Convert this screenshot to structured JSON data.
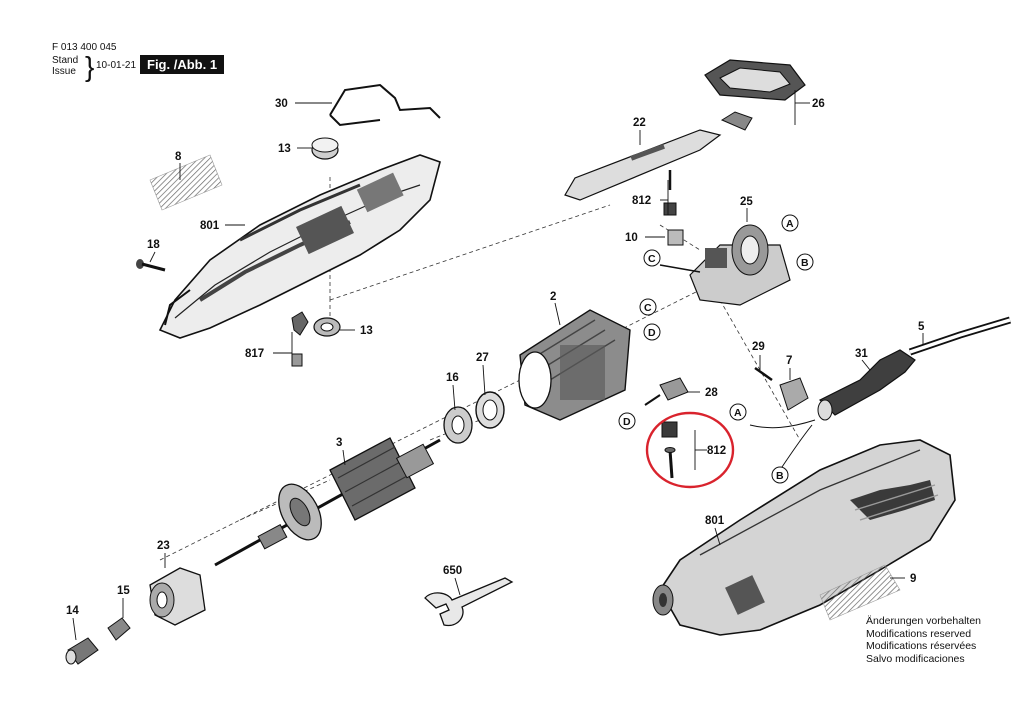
{
  "header": {
    "part_number": "F 013 400 045",
    "stand_label": "Stand",
    "issue_label": "Issue",
    "date": "10-01-21",
    "figure_label": "Fig. /Abb. 1"
  },
  "notes": [
    "Änderungen vorbehalten",
    "Modifications reserved",
    "Modifications réservées",
    "Salvo modificaciones"
  ],
  "parts": {
    "p30": "30",
    "p13a": "13",
    "p8": "8",
    "p801a": "801",
    "p18": "18",
    "p13b": "13",
    "p817": "817",
    "p22": "22",
    "p26": "26",
    "p812a": "812",
    "p25": "25",
    "p10": "10",
    "p2": "2",
    "p27": "27",
    "p16": "16",
    "p28": "28",
    "p812b": "812",
    "p29": "29",
    "p7": "7",
    "p31": "31",
    "p5": "5",
    "p3": "3",
    "p23": "23",
    "p15": "15",
    "p14": "14",
    "p650": "650",
    "p801b": "801",
    "p9": "9"
  },
  "connectors": {
    "a": "A",
    "b": "B",
    "c": "C",
    "d": "D"
  },
  "colors": {
    "highlight": "#d9232d",
    "line": "#111111",
    "fill_dark": "#3a3a3a",
    "fill_mid": "#8c8c8c",
    "fill_light": "#e6e6e6"
  }
}
